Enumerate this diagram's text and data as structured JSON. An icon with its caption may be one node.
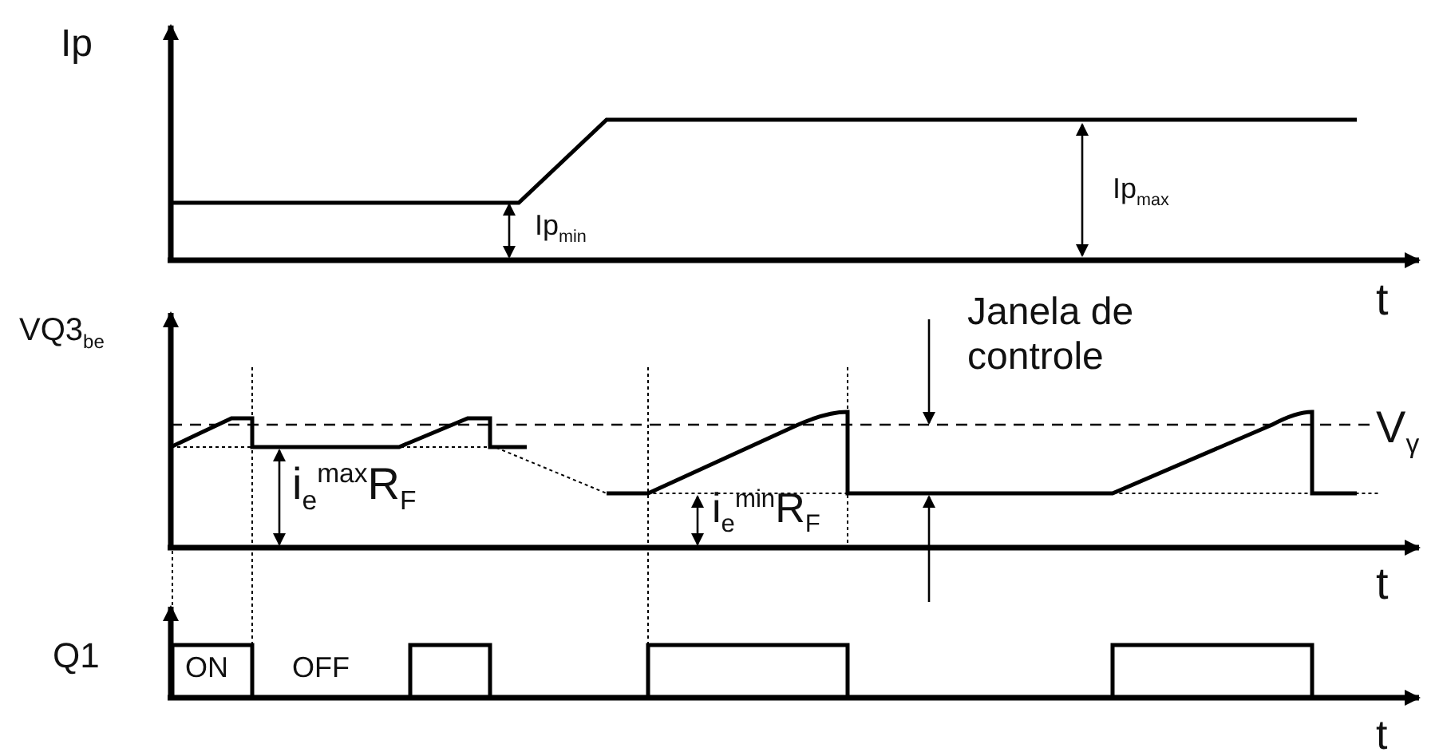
{
  "diagram": {
    "labels": [
      "Ip",
      "Ip$_{min}$",
      "Ip$_{max}$",
      "t",
      "VQ3$_{be}$",
      "Janela de controle",
      "V$_{γ}$",
      "i$_{e}$$^{max}$R$_{F}$",
      "i$_{e}$$^{min}$R$_{F}$",
      "t",
      "Q1",
      "ON",
      "OFF",
      "t"
    ]
  }
}
